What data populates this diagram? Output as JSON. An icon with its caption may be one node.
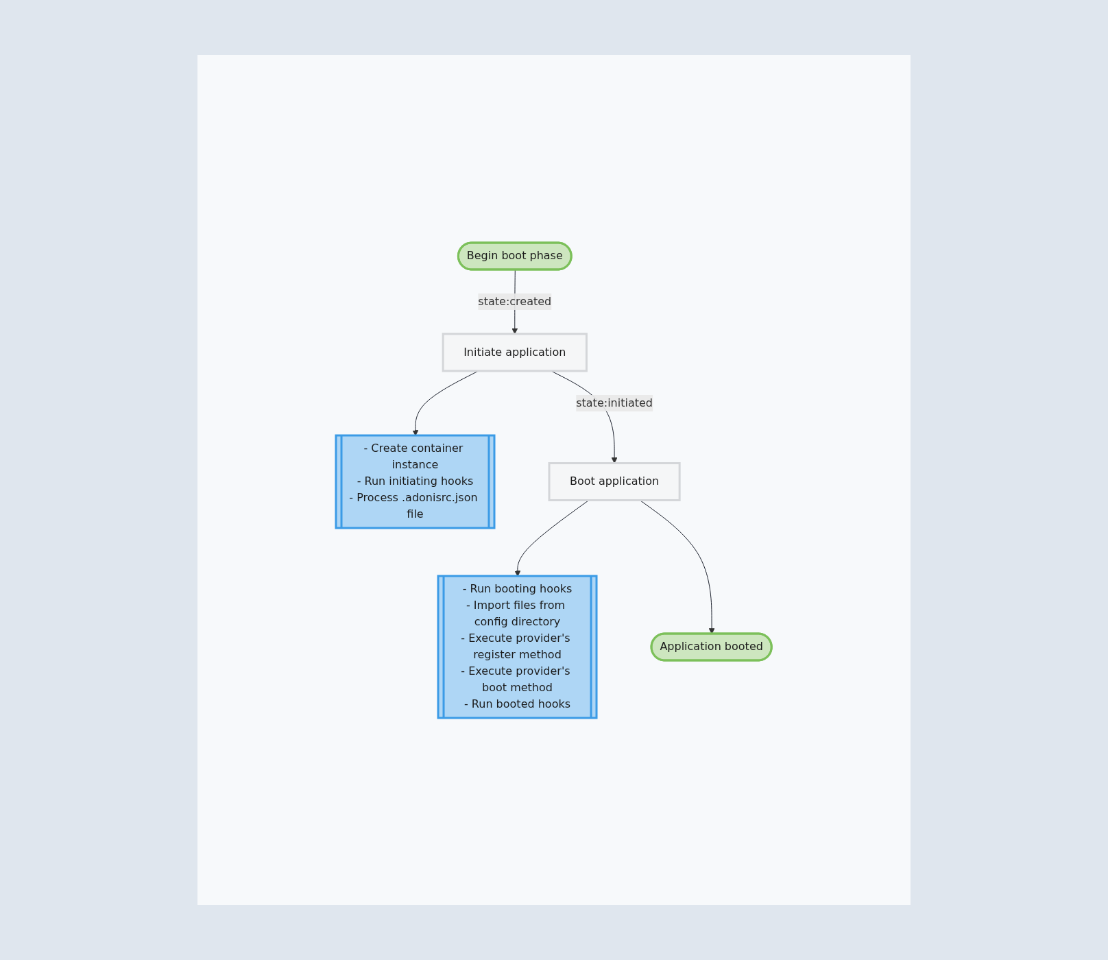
{
  "diagram": {
    "nodes": [
      {
        "text": [
          "Begin boot phase"
        ]
      },
      {
        "text": [
          "Initiate application"
        ]
      },
      {
        "text": [
          "- Create container instance",
          "- Run initiating hooks",
          "- Process .adonisrc.json file"
        ]
      },
      {
        "text": [
          "Boot application"
        ]
      },
      {
        "text": [
          "- Run booting hooks",
          "- Import files from config directory",
          "- Execute provider's register method",
          "- Execute provider's boot method",
          "- Run booted hooks"
        ]
      },
      {
        "text": [
          "Application booted"
        ]
      }
    ],
    "edges": [
      {
        "from": 0,
        "to": 1,
        "arrow": "to",
        "label": "state:created"
      },
      {
        "from": 1,
        "to": 2,
        "arrow": "to"
      },
      {
        "from": 1,
        "to": 3,
        "arrow": "to",
        "label": "state:initiated"
      },
      {
        "from": 3,
        "to": 4,
        "arrow": "to"
      },
      {
        "from": 3,
        "to": 5,
        "arrow": "to"
      }
    ]
  }
}
